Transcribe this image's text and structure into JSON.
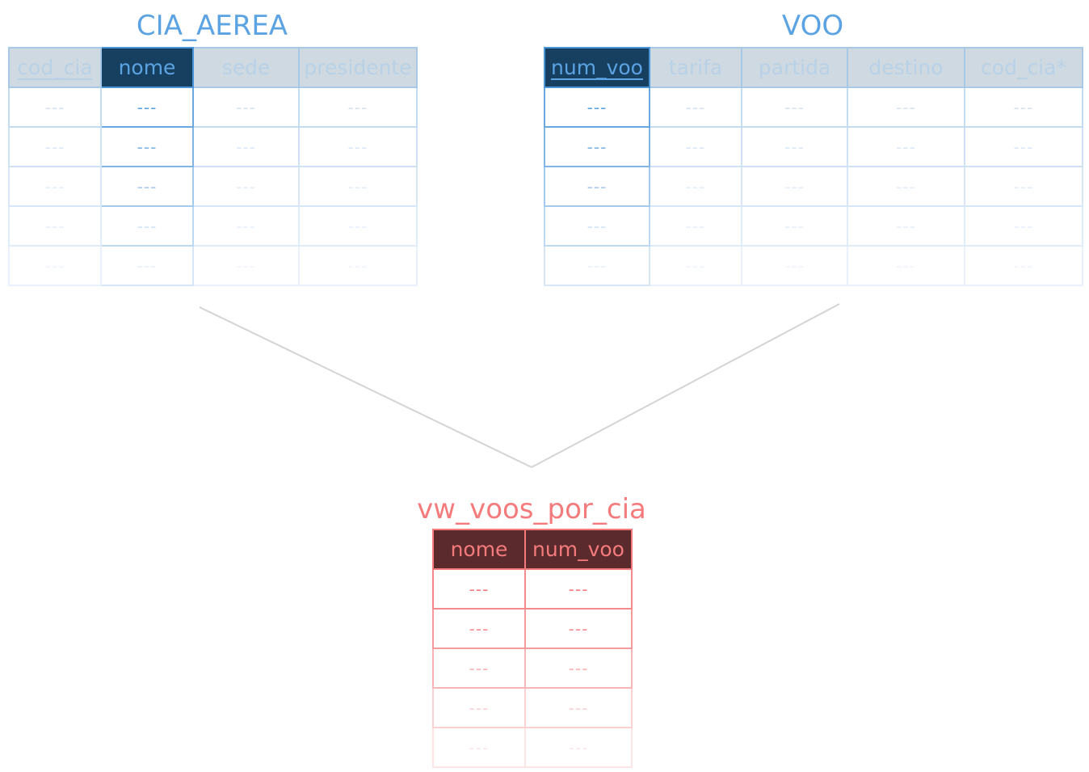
{
  "tables": {
    "cia_aerea": {
      "title": "CIA_AEREA",
      "columns": [
        "cod_cia",
        "nome",
        "sede",
        "presidente"
      ],
      "primary_key": "cod_cia",
      "selected_column": "nome",
      "rows": [
        [
          "---",
          "---",
          "---",
          "---"
        ],
        [
          "---",
          "---",
          "---",
          "---"
        ],
        [
          "---",
          "---",
          "---",
          "---"
        ],
        [
          "---",
          "---",
          "---",
          "---"
        ],
        [
          "---",
          "---",
          "---",
          "---"
        ]
      ]
    },
    "voo": {
      "title": "VOO",
      "columns": [
        "num_voo",
        "tarifa",
        "partida",
        "destino",
        "cod_cia*"
      ],
      "primary_key": "num_voo",
      "foreign_key": "cod_cia*",
      "selected_column": "num_voo",
      "rows": [
        [
          "---",
          "---",
          "---",
          "---",
          "---"
        ],
        [
          "---",
          "---",
          "---",
          "---",
          "---"
        ],
        [
          "---",
          "---",
          "---",
          "---",
          "---"
        ],
        [
          "---",
          "---",
          "---",
          "---",
          "---"
        ],
        [
          "---",
          "---",
          "---",
          "---",
          "---"
        ]
      ]
    },
    "view": {
      "title": "vw_voos_por_cia",
      "columns": [
        "nome",
        "num_voo"
      ],
      "rows": [
        [
          "---",
          "---"
        ],
        [
          "---",
          "---"
        ],
        [
          "---",
          "---"
        ],
        [
          "---",
          "---"
        ],
        [
          "---",
          "---"
        ]
      ]
    }
  },
  "colors": {
    "source_accent": "#5ba3e2",
    "source_selected_header": "#173f60",
    "source_header": "#cfd9e1",
    "view_accent": "#f47a7c",
    "view_header": "#5a2a2d",
    "connector": "#d4d4d4"
  }
}
